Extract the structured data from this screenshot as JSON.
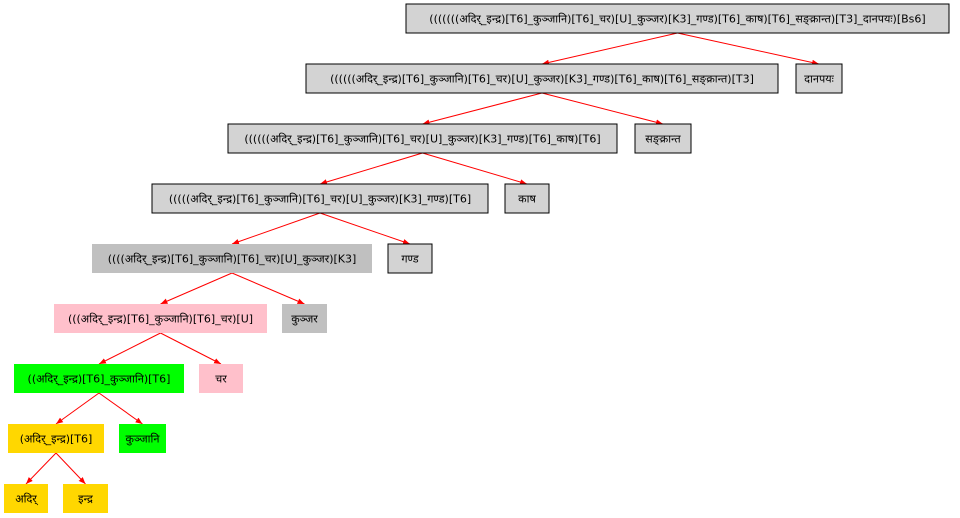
{
  "colors": {
    "edge": "#ff0000",
    "level_colors": {
      "lightgray": "#d3d3d3",
      "gray": "#c0c0c0",
      "pink": "#ffc0cb",
      "green": "#00ff00",
      "gold": "#ffd700"
    }
  },
  "nodes": [
    {
      "id": "n0",
      "label": "(((((((अदिर्_इन्द्र)[T6]_कुञ्जानि)[T6]_चर)[U]_कुञ्जर)[K3]_गण्ड)[T6]_काष)[T6]_सङ्क्रान्त)[T3]_दानपयः)[Bs6]",
      "color": "lightgray",
      "bordered": true
    },
    {
      "id": "n1",
      "label": "((((((अदिर्_इन्द्र)[T6]_कुञ्जानि)[T6]_चर)[U]_कुञ्जर)[K3]_गण्ड)[T6]_काष)[T6]_सङ्क्रान्त)[T3]",
      "color": "lightgray",
      "bordered": true
    },
    {
      "id": "n2",
      "label": "दानपयः",
      "color": "lightgray",
      "bordered": true
    },
    {
      "id": "n3",
      "label": "((((((अदिर्_इन्द्र)[T6]_कुञ्जानि)[T6]_चर)[U]_कुञ्जर)[K3]_गण्ड)[T6]_काष)[T6]",
      "color": "lightgray",
      "bordered": true
    },
    {
      "id": "n4",
      "label": "सङ्क्रान्त",
      "color": "lightgray",
      "bordered": true
    },
    {
      "id": "n5",
      "label": "(((((अदिर्_इन्द्र)[T6]_कुञ्जानि)[T6]_चर)[U]_कुञ्जर)[K3]_गण्ड)[T6]",
      "color": "lightgray",
      "bordered": true
    },
    {
      "id": "n6",
      "label": "काष",
      "color": "lightgray",
      "bordered": true
    },
    {
      "id": "n7",
      "label": "((((अदिर्_इन्द्र)[T6]_कुञ्जानि)[T6]_चर)[U]_कुञ्जर)[K3]",
      "color": "gray",
      "bordered": false
    },
    {
      "id": "n8",
      "label": "गण्ड",
      "color": "lightgray",
      "bordered": true
    },
    {
      "id": "n9",
      "label": "(((अदिर्_इन्द्र)[T6]_कुञ्जानि)[T6]_चर)[U]",
      "color": "pink",
      "bordered": false
    },
    {
      "id": "n10",
      "label": "कुञ्जर",
      "color": "gray",
      "bordered": false
    },
    {
      "id": "n11",
      "label": "((अदिर्_इन्द्र)[T6]_कुञ्जानि)[T6]",
      "color": "green",
      "bordered": false
    },
    {
      "id": "n12",
      "label": "चर",
      "color": "pink",
      "bordered": false
    },
    {
      "id": "n13",
      "label": "(अदिर्_इन्द्र)[T6]",
      "color": "gold",
      "bordered": false
    },
    {
      "id": "n14",
      "label": "कुञ्जानि",
      "color": "green",
      "bordered": false
    },
    {
      "id": "n15",
      "label": "अदिर्",
      "color": "gold",
      "bordered": false
    },
    {
      "id": "n16",
      "label": "इन्द्र",
      "color": "gold",
      "bordered": false
    }
  ],
  "edges": [
    [
      "n0",
      "n1"
    ],
    [
      "n0",
      "n2"
    ],
    [
      "n1",
      "n3"
    ],
    [
      "n1",
      "n4"
    ],
    [
      "n3",
      "n5"
    ],
    [
      "n3",
      "n6"
    ],
    [
      "n5",
      "n7"
    ],
    [
      "n5",
      "n8"
    ],
    [
      "n7",
      "n9"
    ],
    [
      "n7",
      "n10"
    ],
    [
      "n9",
      "n11"
    ],
    [
      "n9",
      "n12"
    ],
    [
      "n11",
      "n13"
    ],
    [
      "n11",
      "n14"
    ],
    [
      "n13",
      "n15"
    ],
    [
      "n13",
      "n16"
    ]
  ]
}
